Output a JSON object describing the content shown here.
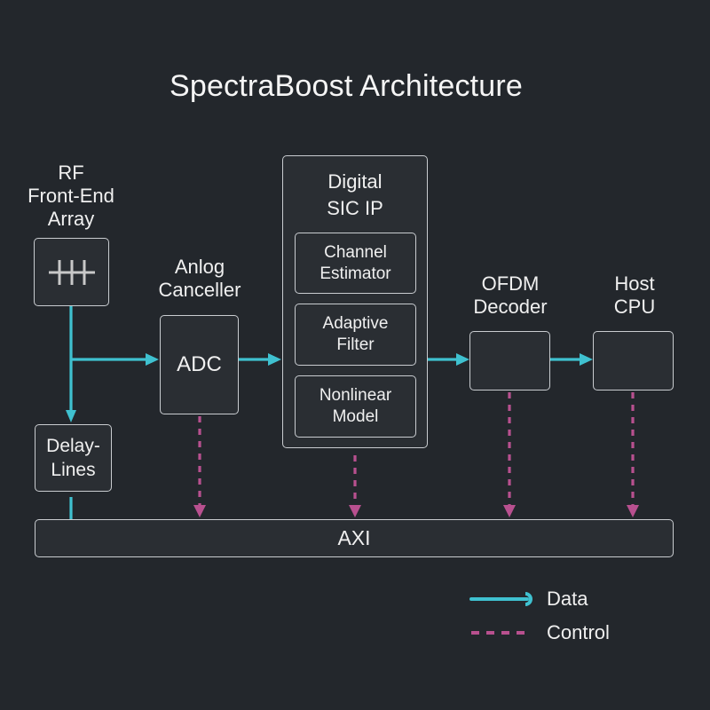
{
  "title": "SpectraBoost Architecture",
  "colors": {
    "background": "#23272c",
    "data_line": "#3fc1d0",
    "control_line": "#b8508f",
    "box_border": "#c9ccd0"
  },
  "blocks": {
    "rf_front_end": {
      "label": "RF Front-End Array",
      "label_lines": [
        "RF",
        "Front-End",
        "Array"
      ],
      "icon": "antenna-array-icon"
    },
    "delay_lines": {
      "label_lines": [
        "Delay-",
        "Lines"
      ]
    },
    "analog_canceller": {
      "label_lines": [
        "Anlog",
        "Canceller"
      ],
      "box_label": "ADC"
    },
    "digital_sic": {
      "label_lines": [
        "Digital",
        "SIC IP"
      ],
      "submodules": [
        {
          "label_lines": [
            "Channel",
            "Estimator"
          ]
        },
        {
          "label_lines": [
            "Adaptive",
            "Filter"
          ]
        },
        {
          "label_lines": [
            "Nonlinear",
            "Model"
          ]
        }
      ]
    },
    "ofdm_decoder": {
      "label_lines": [
        "OFDM",
        "Decoder"
      ]
    },
    "host_cpu": {
      "label_lines": [
        "Host",
        "CPU"
      ]
    },
    "bus": {
      "label": "AXI"
    }
  },
  "legend": {
    "data": "Data",
    "control": "Control"
  }
}
